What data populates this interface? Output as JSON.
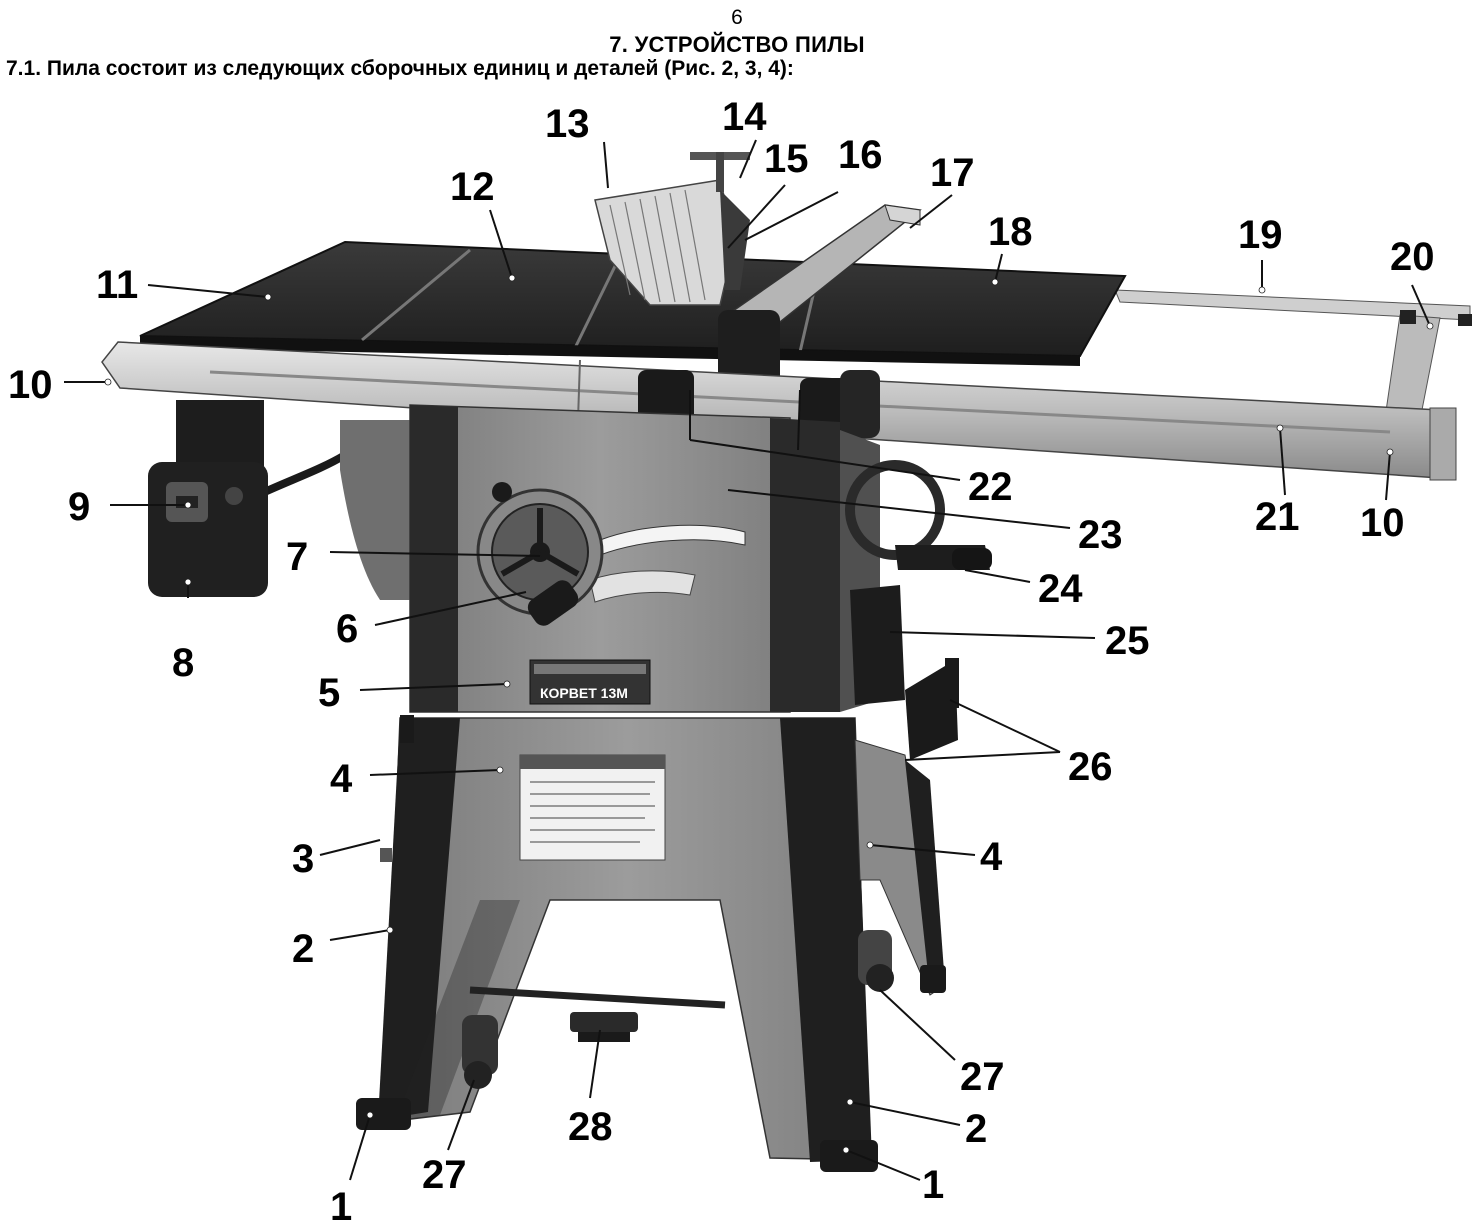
{
  "page": {
    "number": "6",
    "section_title": "7.  УСТРОЙСТВО ПИЛЫ",
    "intro": "7.1. Пила состоит из следующих сборочных единиц и деталей (Рис. 2, 3, 4):"
  },
  "nameplate": {
    "brand": "КОРВЕТ 13М"
  },
  "callouts": {
    "c1a": "1",
    "c1b": "1",
    "c2a": "2",
    "c2b": "2",
    "c3": "3",
    "c4a": "4",
    "c4b": "4",
    "c5": "5",
    "c6": "6",
    "c7": "7",
    "c8": "8",
    "c9": "9",
    "c10a": "10",
    "c10b": "10",
    "c11": "11",
    "c12": "12",
    "c13": "13",
    "c14": "14",
    "c15": "15",
    "c16": "16",
    "c17": "17",
    "c18": "18",
    "c19": "19",
    "c20": "20",
    "c21": "21",
    "c22": "22",
    "c23": "23",
    "c24": "24",
    "c25": "25",
    "c26": "26",
    "c27a": "27",
    "c27b": "27",
    "c28": "28"
  },
  "colors": {
    "body_grey": "#8e8e8e",
    "dark": "#1c1c1c",
    "table_top": "#2a2a2a",
    "rail": "#c8c8c8"
  }
}
